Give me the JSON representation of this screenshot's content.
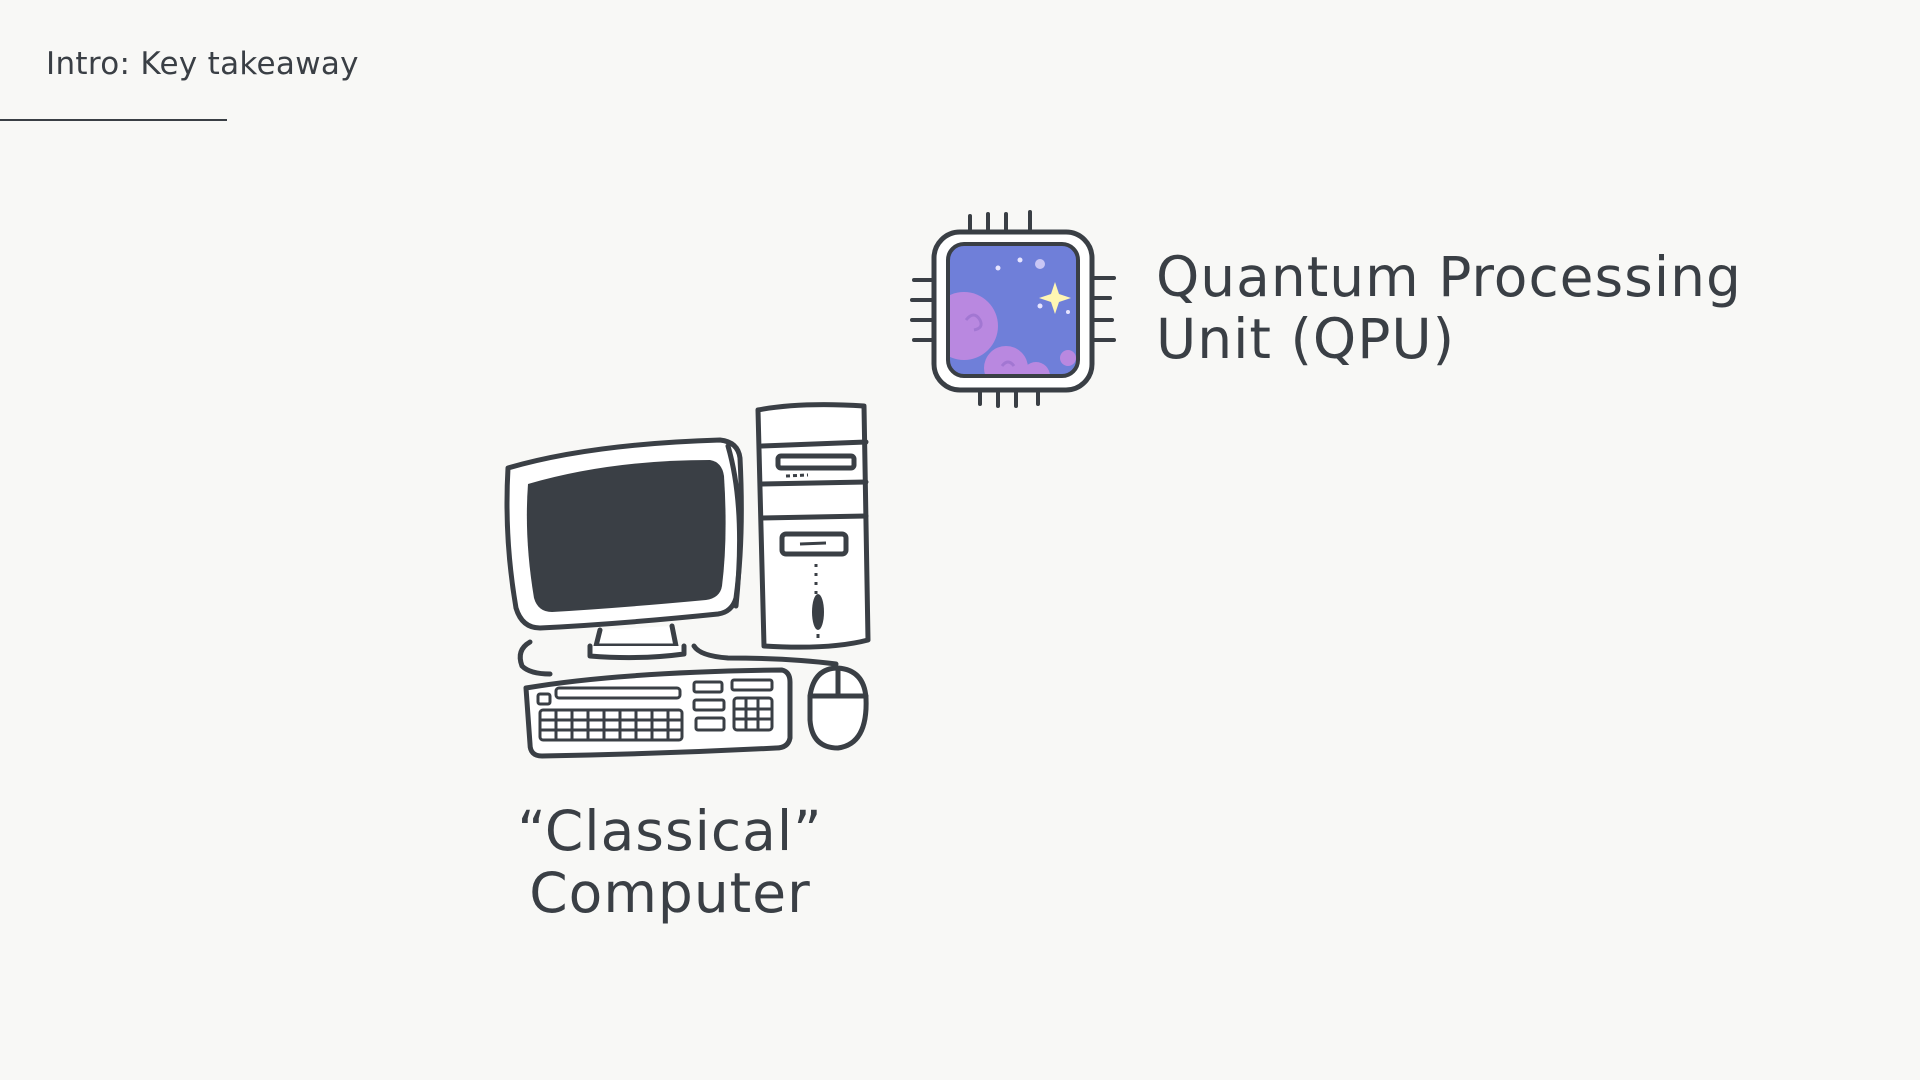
{
  "header": {
    "section_title": "Intro: Key takeaway"
  },
  "qpu": {
    "label_line1": "Quantum Processing",
    "label_line2": "Unit (QPU)",
    "icon": "quantum-chip-icon",
    "screen_color": "#6f7fd9",
    "swirl_color": "#b988e0",
    "star_color": "#fff6b3"
  },
  "classical": {
    "label_line1": "“Classical”",
    "label_line2": "Computer",
    "icon": "desktop-computer-icon"
  },
  "colors": {
    "background": "#f8f8f6",
    "ink": "#3a3f45"
  }
}
